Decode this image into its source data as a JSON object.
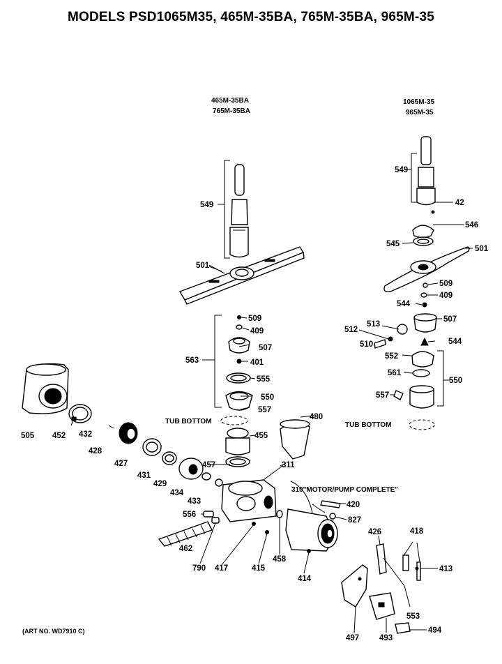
{
  "title": "MODELS PSD1065M35, 465M-35BA, 765M-35BA, 965M-35",
  "art_no": "(ART NO. WD7910 C)",
  "left_group_models": [
    "465M-35BA",
    "765M-35BA"
  ],
  "right_group_models": [
    "1065M-35",
    "965M-35"
  ],
  "tub_bottom": "TUB BOTTOM",
  "motor_pump_label": "310\"MOTOR/PUMP COMPLETE\"",
  "parts": {
    "p549a": "549",
    "p501a": "501",
    "p509a": "509",
    "p409a": "409",
    "p507a": "507",
    "p563": "563",
    "p401": "401",
    "p555": "555",
    "p550a": "550",
    "p557a": "557",
    "p549b": "549",
    "p42": "42",
    "p546": "546",
    "p545": "545",
    "p501b": "501",
    "p509b": "509",
    "p409b": "409",
    "p544a": "544",
    "p507b": "507",
    "p513": "513",
    "p512": "512",
    "p510": "510",
    "p544b": "544",
    "p552": "552",
    "p561": "561",
    "p550b": "550",
    "p557b": "557",
    "p505": "505",
    "p452": "452",
    "p432": "432",
    "p428": "428",
    "p427": "427",
    "p431": "431",
    "p429": "429",
    "p434": "434",
    "p433": "433",
    "p457": "457",
    "p455": "455",
    "p480": "480",
    "p311": "311",
    "p420": "420",
    "p827": "827",
    "p556": "556",
    "p462": "462",
    "p790": "790",
    "p417": "417",
    "p415": "415",
    "p458": "458",
    "p414": "414",
    "p426": "426",
    "p418": "418",
    "p413": "413",
    "p553": "553",
    "p497": "497",
    "p493": "493",
    "p494": "494"
  }
}
